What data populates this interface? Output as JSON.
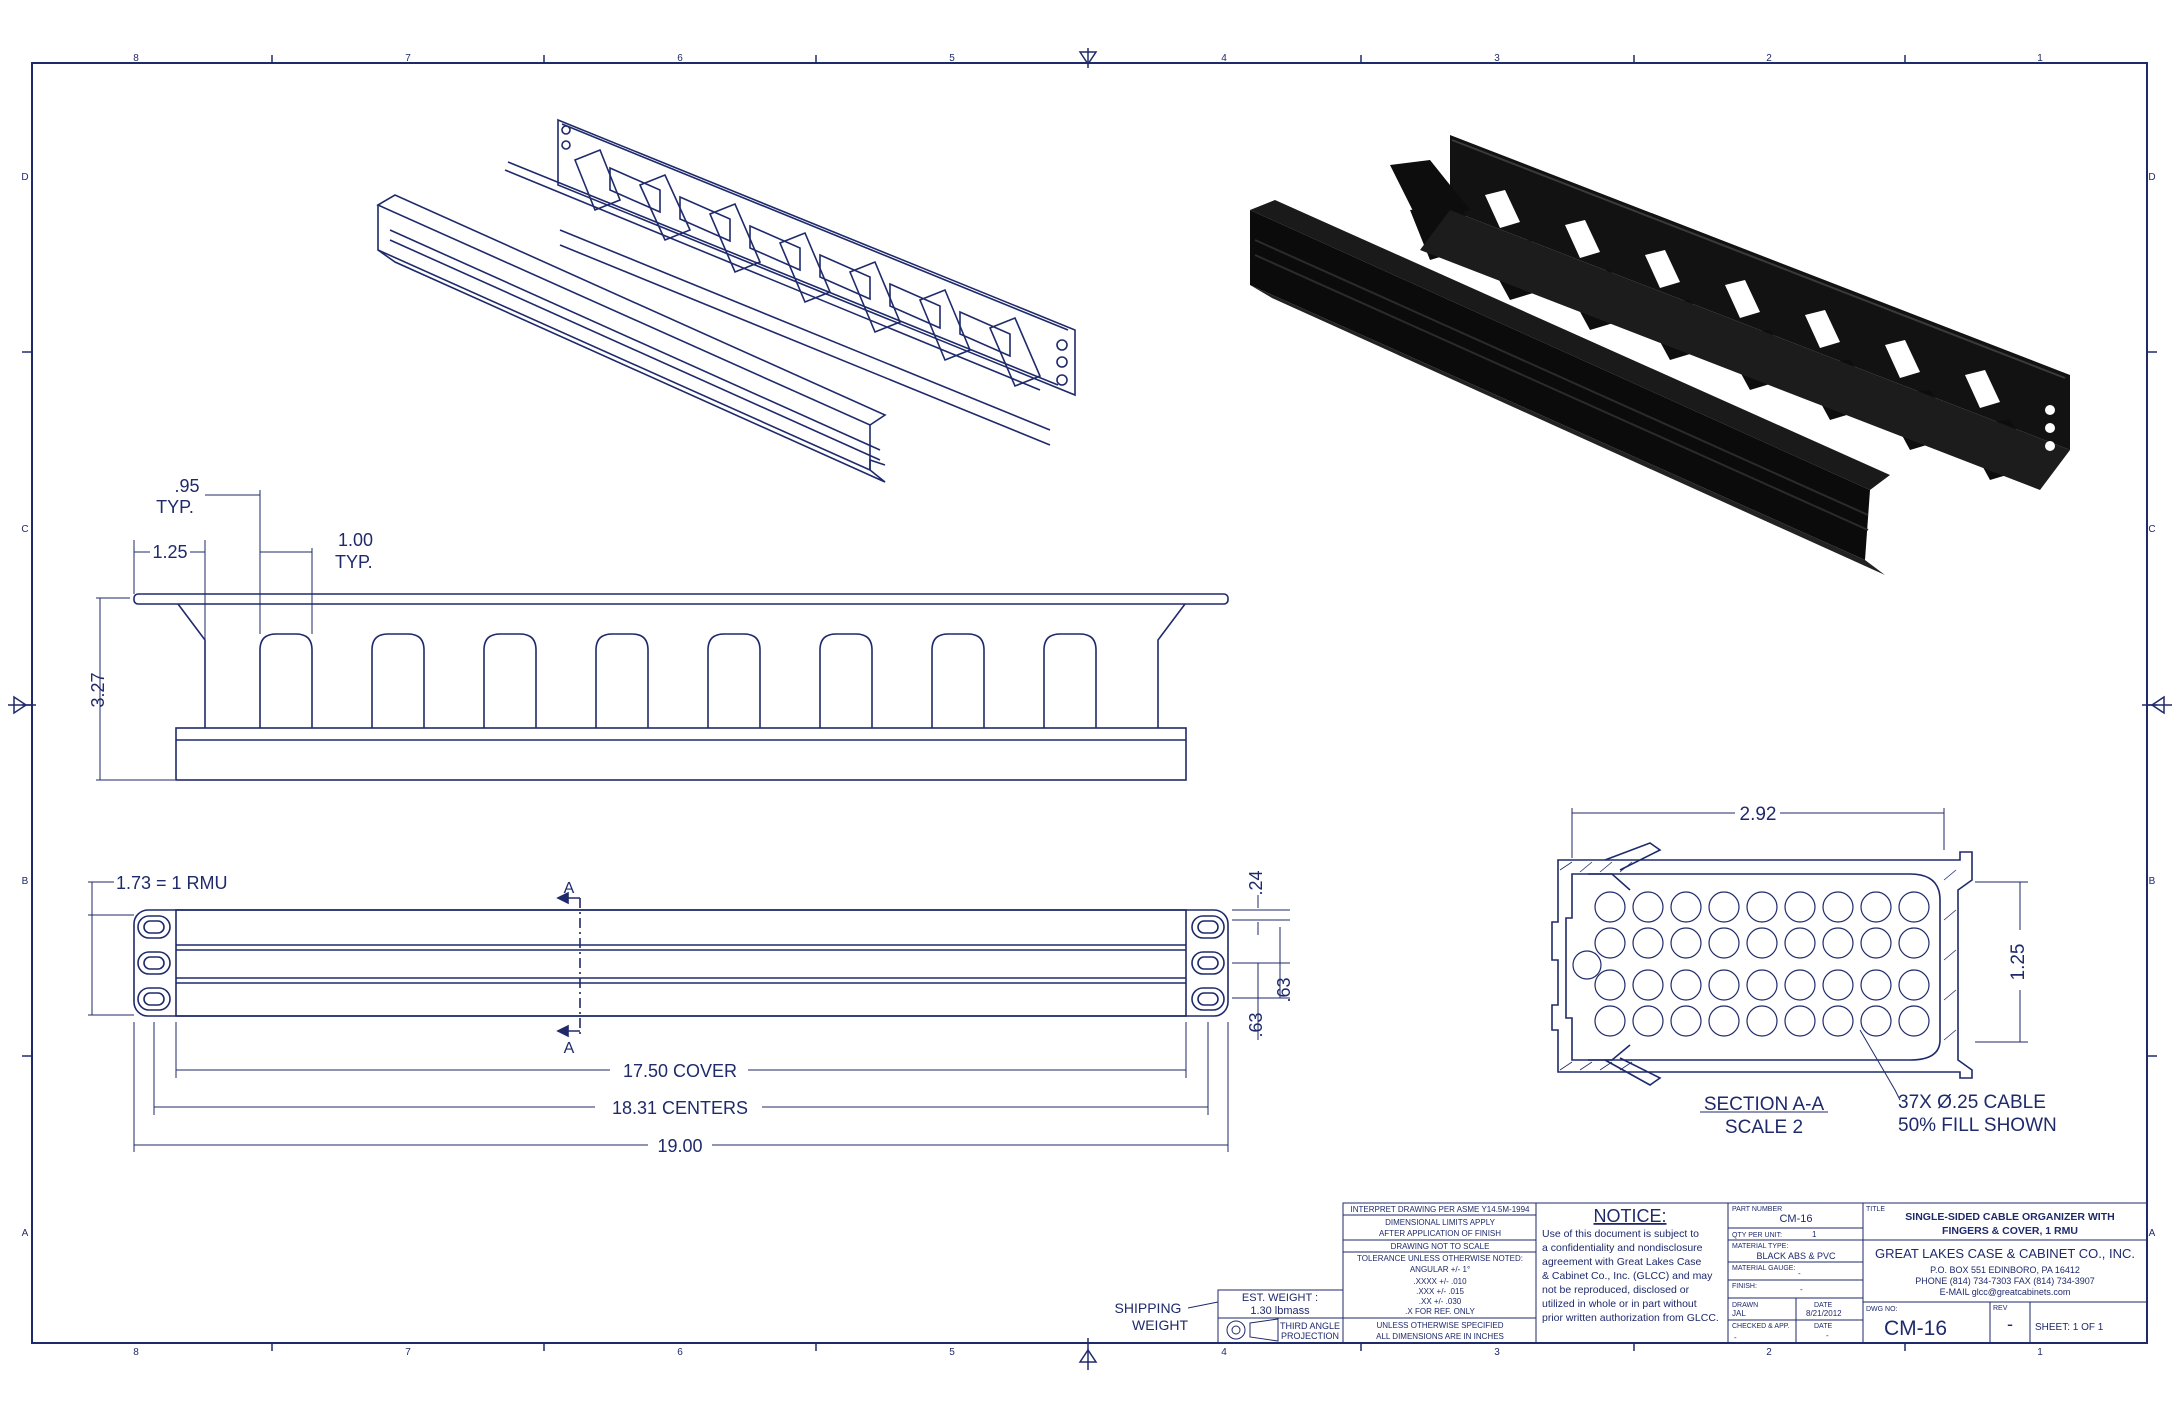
{
  "border": {
    "col_labels": [
      "8",
      "7",
      "6",
      "5",
      "4",
      "3",
      "2",
      "1"
    ],
    "row_labels": [
      "D",
      "C",
      "B",
      "A"
    ]
  },
  "views": {
    "front": {
      "dim_095": ".95",
      "dim_095_typ": "TYP.",
      "dim_100": "1.00",
      "dim_100_typ": "TYP.",
      "dim_125": "1.25",
      "dim_327": "3.27"
    },
    "top": {
      "dim_rmu": "1.73 = 1 RMU",
      "section_a_top": "A",
      "section_a_bottom": "A",
      "dim_024": ".24",
      "dim_063a": ".63",
      "dim_063b": ".63",
      "dim_cover": "17.50 COVER",
      "dim_centers": "18.31 CENTERS",
      "dim_overall": "19.00"
    },
    "section": {
      "dim_width": "2.92",
      "dim_height": "1.25",
      "title": "SECTION A-A",
      "scale": "SCALE 2",
      "cable_note_1": "37X  Ø.25 CABLE",
      "cable_note_2": "50% FILL SHOWN"
    }
  },
  "weight": {
    "label_1": "SHIPPING",
    "label_2": "WEIGHT",
    "est_title": "EST. WEIGHT :",
    "est_value": "1.30 lbmass",
    "projection_1": "THIRD ANGLE",
    "projection_2": "PROJECTION"
  },
  "title_block": {
    "spec_lines": [
      "INTERPRET DRAWING PER ASME Y14.5M-1994",
      "DIMENSIONAL LIMITS APPLY",
      "AFTER APPLICATION OF FINISH",
      "DRAWING NOT TO SCALE",
      "TOLERANCE UNLESS OTHERWISE NOTED:",
      "ANGULAR +/- 1°",
      ".XXXX +/- .010",
      ".XXX +/- .015",
      ".XX +/- .030",
      ".X FOR REF. ONLY",
      "UNLESS OTHERWISE SPECIFIED",
      "ALL DIMENSIONS ARE IN INCHES"
    ],
    "notice_title": "NOTICE:",
    "notice_lines": [
      "Use of this document is subject to",
      "a confidentiality and nondisclosure",
      "agreement with Great Lakes Case",
      "& Cabinet Co., Inc. (GLCC) and may",
      "not be reproduced, disclosed or",
      "utilized in whole or in part without",
      "prior written authorization from GLCC."
    ],
    "part_number_label": "PART NUMBER",
    "part_number": "CM-16",
    "qty_label": "QTY PER UNIT:",
    "qty": "1",
    "material_type_label": "MATERIAL TYPE:",
    "material_type": "BLACK ABS & PVC",
    "material_gauge_label": "MATERIAL GAUGE:",
    "material_gauge": "-",
    "finish_label": "FINISH:",
    "finish": "-",
    "drawn_label": "DRAWN",
    "drawn": "JAL",
    "date_label": "DATE",
    "date": "8/21/2012",
    "checked_label": "CHECKED & APP.",
    "checked": "-",
    "checked_date_label": "DATE",
    "checked_date": "-",
    "title_label": "TITLE",
    "title_1": "SINGLE-SIDED CABLE ORGANIZER WITH",
    "title_2": "FINGERS & COVER, 1 RMU",
    "company": "GREAT LAKES CASE & CABINET CO., INC.",
    "address": "P.O. BOX 551 EDINBORO, PA 16412",
    "phone": "PHONE (814) 734-7303 FAX (814) 734-3907",
    "email": "E-MAIL glcc@greatcabinets.com",
    "dwg_no_label": "DWG NO:",
    "dwg_no": "CM-16",
    "rev_label": "REV",
    "rev": "-",
    "sheet": "SHEET: 1  OF  1"
  }
}
